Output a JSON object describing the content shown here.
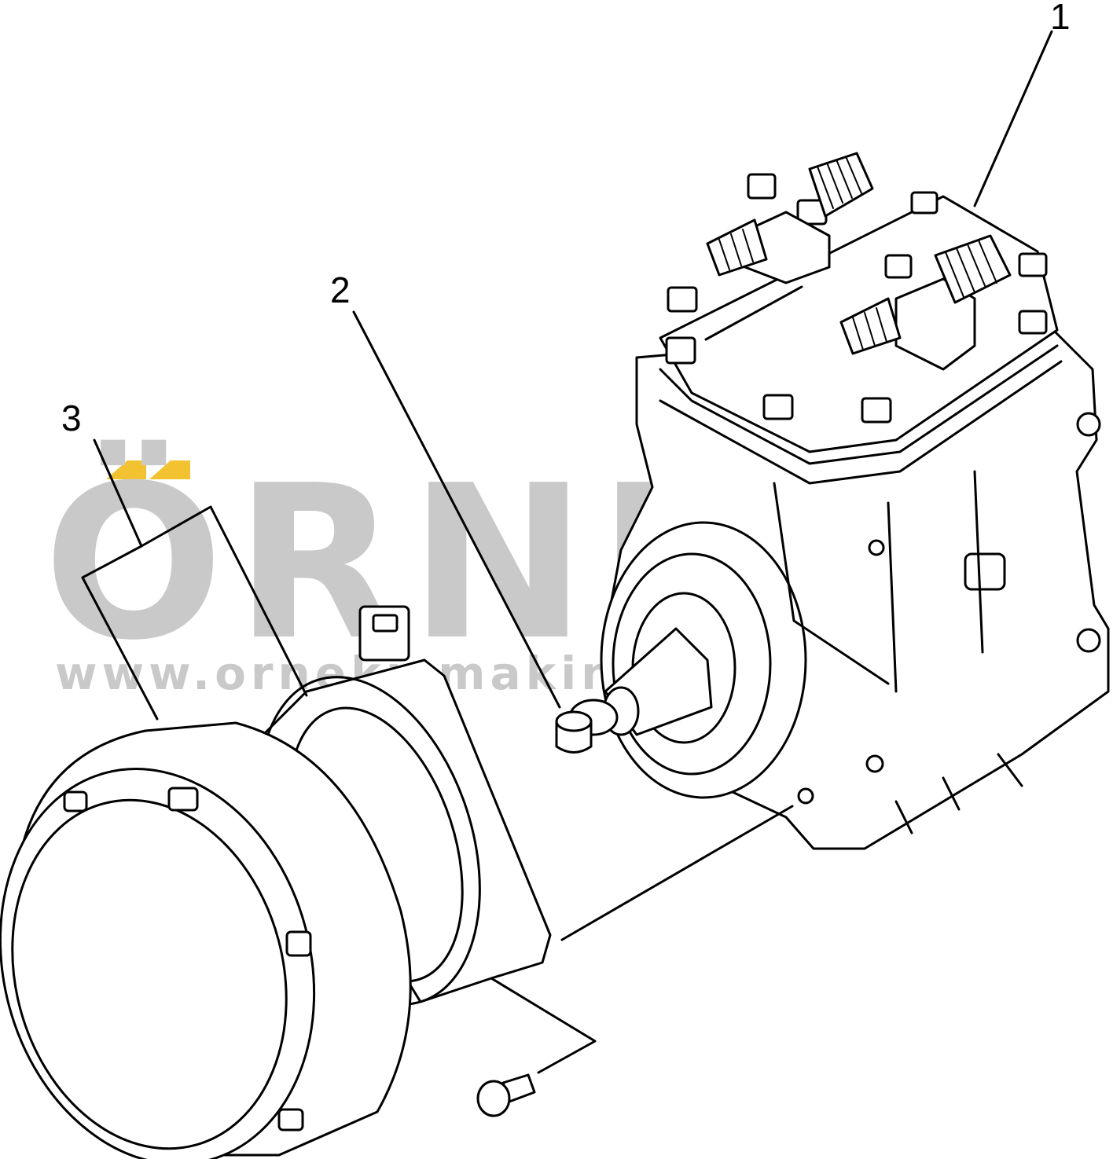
{
  "callouts": {
    "part1": "1",
    "part2": "2",
    "part3": "3"
  },
  "watermark": {
    "brand": "ÖRNEK",
    "url": "www.ornekismakinalari.com.tr",
    "accent_color": "#f2c230",
    "text_color": "#c9c9c9"
  },
  "parts": {
    "compressor": {
      "icon": "compressor-icon"
    },
    "shaft_nut": {
      "icon": "nut-icon"
    },
    "clutch": {
      "icon": "magnetic-clutch-icon"
    },
    "bolt": {
      "icon": "bolt-icon"
    }
  }
}
